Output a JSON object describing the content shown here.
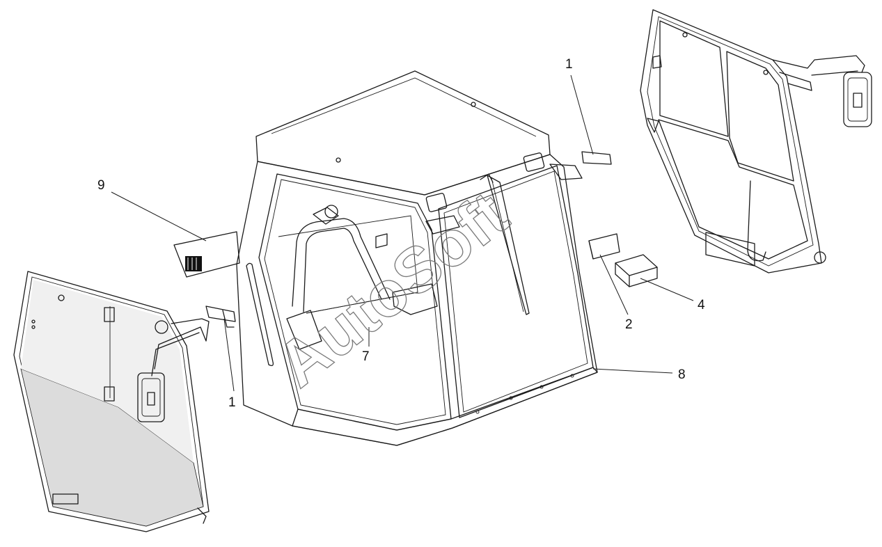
{
  "watermark": "AutoSoft",
  "callouts": {
    "c1_top": "1",
    "c1_left": "1",
    "c2": "2",
    "c4": "4",
    "c7": "7",
    "c8": "8",
    "c9": "9"
  },
  "colors": {
    "line": "#1a1a1a",
    "glass": "#dcdcdc",
    "panel": "#f2f2f2",
    "watermark": "#7a7a7a"
  }
}
